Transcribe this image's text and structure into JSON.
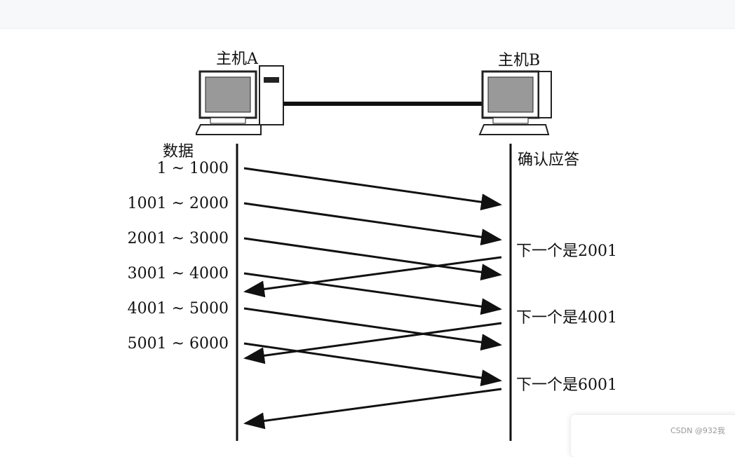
{
  "host_a": "主机A",
  "host_b": "主机B",
  "data_label": "数据",
  "ack_label": "确认应答",
  "segments": [
    "1 ~ 1000",
    "1001 ~ 2000",
    "2001 ~ 3000",
    "3001 ~ 4000",
    "4001 ~ 5000",
    "5001 ~ 6000"
  ],
  "acks": [
    "下一个是2001",
    "下一个是4001",
    "下一个是6001"
  ],
  "watermark": "CSDN @932我"
}
